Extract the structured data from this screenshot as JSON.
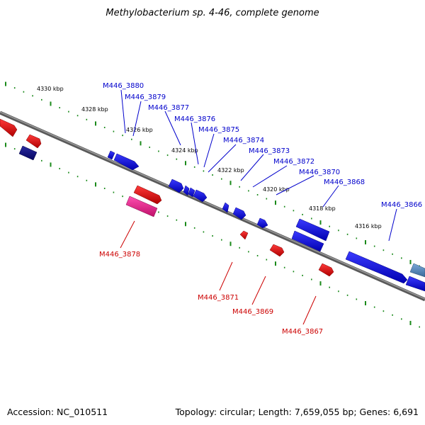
{
  "title": "Methylobacterium sp. 4-46, complete genome",
  "footer": {
    "accession": "Accession: NC_010511",
    "summary": "Topology: circular; Length: 7,659,055 bp; Genes: 6,691"
  },
  "tick_labels": [
    "4330 kbp",
    "4328 kbp",
    "4326 kbp",
    "4324 kbp",
    "4322 kbp",
    "4320 kbp",
    "4318 kbp",
    "4316 kbp"
  ],
  "forward_gene_labels": [
    "M446_3880",
    "M446_3879",
    "M446_3877",
    "M446_3876",
    "M446_3875",
    "M446_3874",
    "M446_3873",
    "M446_3872",
    "M446_3870",
    "M446_3868",
    "M446_3866"
  ],
  "reverse_gene_labels": [
    "M446_3878",
    "M446_3871",
    "M446_3869",
    "M446_3867"
  ],
  "colors": {
    "forward_label": "#0000cc",
    "reverse_label": "#cc0000",
    "forward_gene": "#0000ee",
    "reverse_gene": "#ee0000",
    "rna_gene": "#e8198f",
    "dark_gene": "#0a0a80",
    "steel_gene": "#4a7fb5",
    "backbone": "#7a7a7a",
    "tick": "#1a8a1a"
  }
}
